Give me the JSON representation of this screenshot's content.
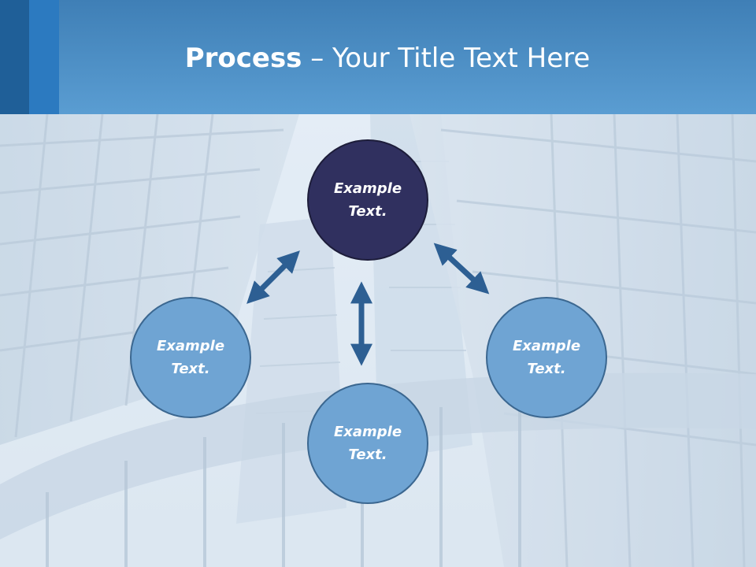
{
  "slide": {
    "title_bold": "Process",
    "title_rest": " – Your Title Text Here"
  },
  "nodes": [
    {
      "id": "top",
      "label": "Example Text.",
      "style": "dark"
    },
    {
      "id": "left",
      "label": "Example Text.",
      "style": "light"
    },
    {
      "id": "right",
      "label": "Example Text.",
      "style": "light"
    },
    {
      "id": "bottom",
      "label": "Example Text.",
      "style": "light"
    }
  ],
  "colors": {
    "header_top": "#3f7fb6",
    "header_bottom": "#5a9dd2",
    "node_dark": "#30305f",
    "node_light": "#6fa4d3",
    "arrow": "#2d5f93"
  }
}
